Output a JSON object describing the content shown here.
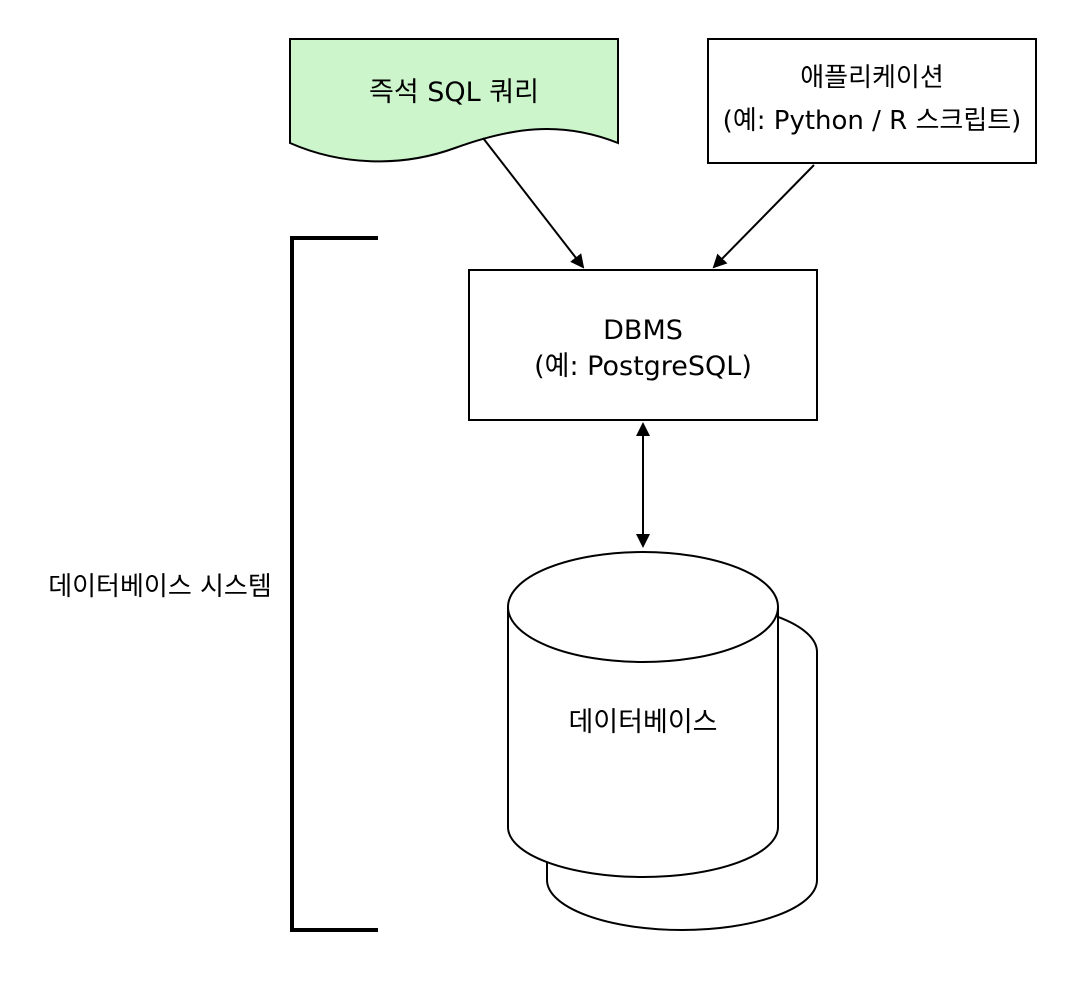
{
  "colors": {
    "background": "#ffffff",
    "stroke": "#000000",
    "adhoc_fill": "#ccf5cc",
    "box_fill": "#ffffff"
  },
  "nodes": {
    "adhoc_query": {
      "label": "즉석 SQL 쿼리",
      "shape": "document"
    },
    "application": {
      "line1": "애플리케이션",
      "line2": "(예: Python / R 스크립트)",
      "shape": "rectangle"
    },
    "dbms": {
      "line1": "DBMS",
      "line2": "(예: PostgreSQL)",
      "shape": "rectangle"
    },
    "database": {
      "label": "데이터베이스",
      "shape": "stacked-cylinder"
    }
  },
  "bracket": {
    "label": "데이터베이스 시스템"
  },
  "edges": [
    {
      "from": "adhoc_query",
      "to": "dbms",
      "direction": "forward"
    },
    {
      "from": "application",
      "to": "dbms",
      "direction": "forward"
    },
    {
      "from": "dbms",
      "to": "database",
      "direction": "bidirectional"
    }
  ]
}
